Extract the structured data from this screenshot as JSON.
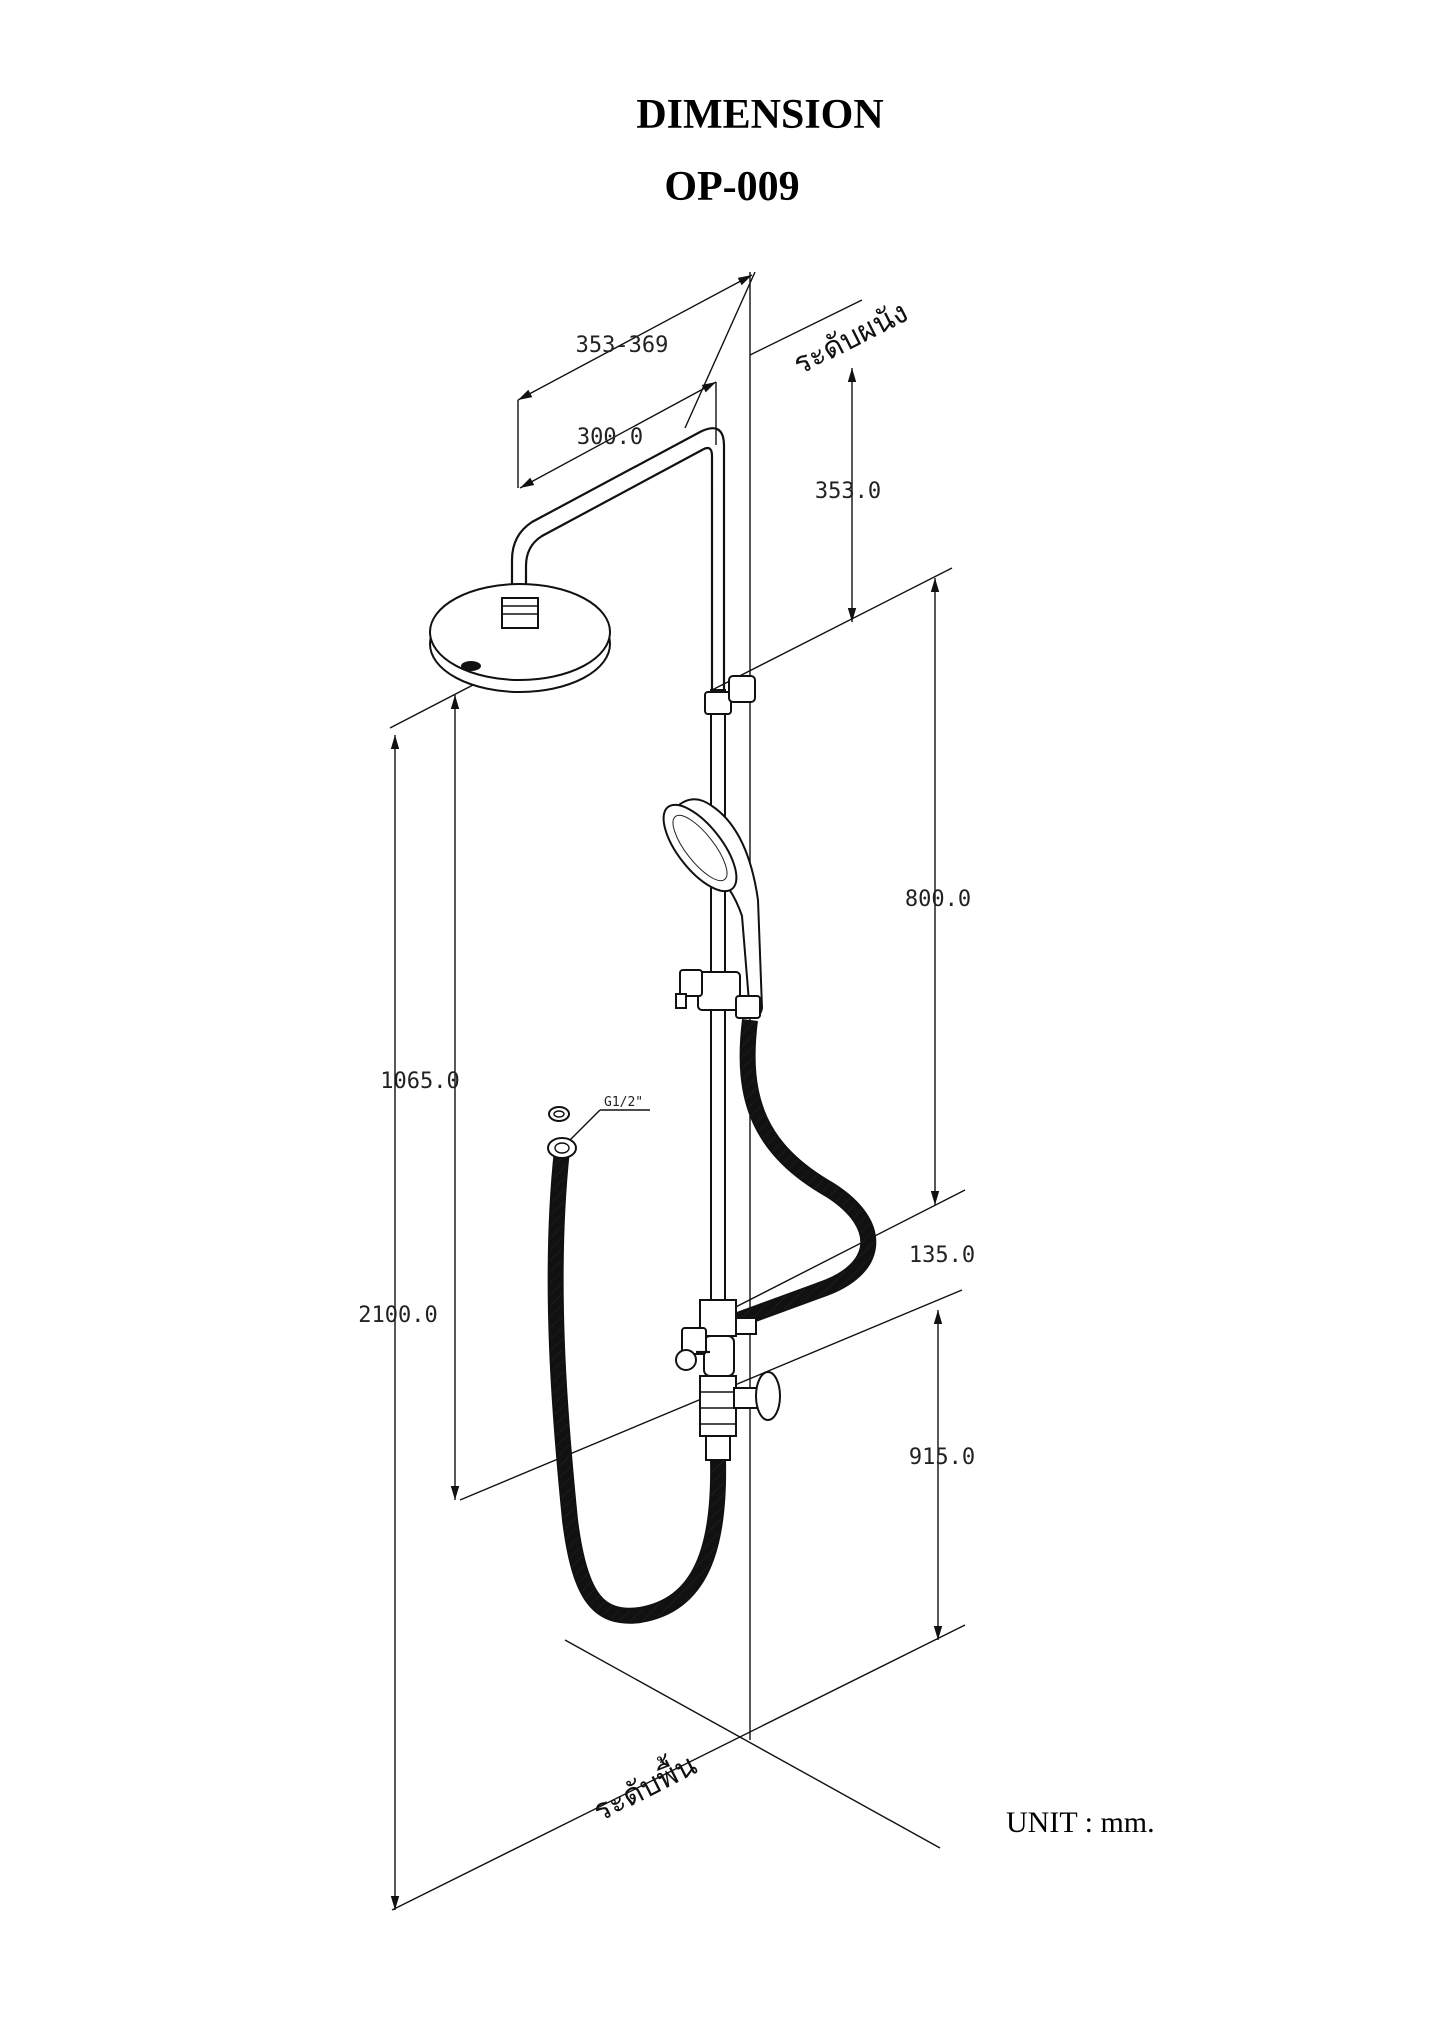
{
  "title": "DIMENSION",
  "model": "OP-009",
  "dimensions": {
    "arm_range": "353-369",
    "arm_length": "300.0",
    "wall_to_top": "353.0",
    "slide_bar": "800.0",
    "head_height": "1065.0",
    "total_height": "2100.0",
    "valve_spacing": "135.0",
    "valve_height": "915.0",
    "connector": "G1/2\""
  },
  "labels": {
    "wall_level": "ระดับผนัง",
    "floor_level": "ระดับพื้น",
    "unit": "UNIT : mm."
  }
}
